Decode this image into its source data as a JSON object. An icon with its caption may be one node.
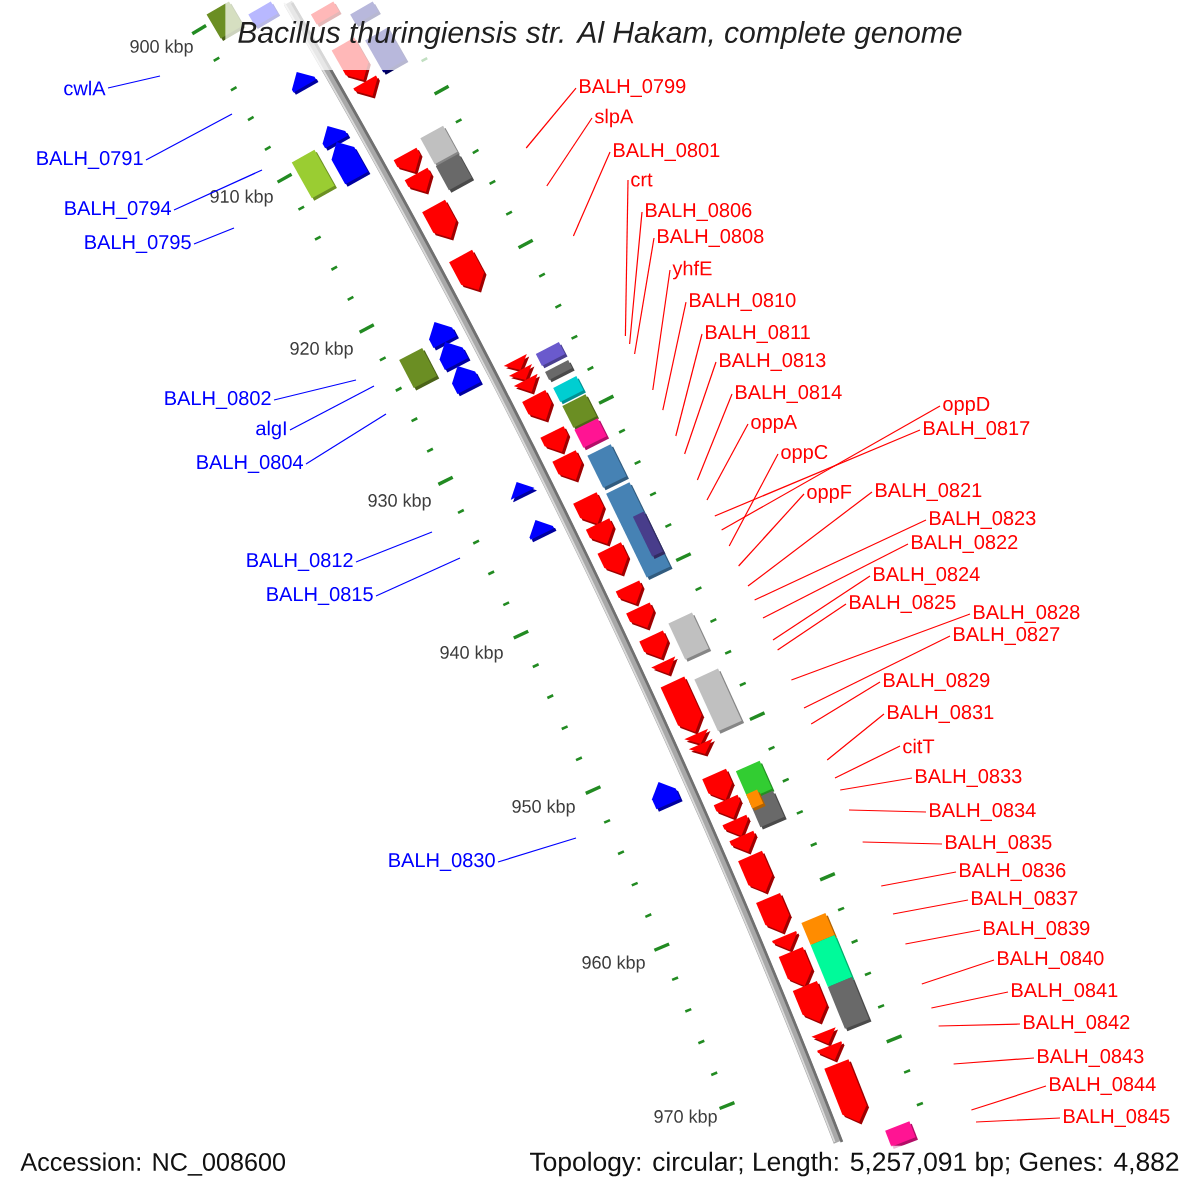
{
  "diagram": {
    "title": "Bacillus thuringiensis str. Al Hakam, complete genome",
    "nodes": [
      {
        "text": [
          "cwlA"
        ]
      },
      {
        "text": [
          "BALH_0791"
        ]
      },
      {
        "text": [
          "BALH_0794"
        ]
      },
      {
        "text": [
          "BALH_0795"
        ]
      },
      {
        "text": [
          "BALH_0802"
        ]
      },
      {
        "text": [
          "algI"
        ]
      },
      {
        "text": [
          "BALH_0804"
        ]
      },
      {
        "text": [
          "BALH_0812"
        ]
      },
      {
        "text": [
          "BALH_0815"
        ]
      },
      {
        "text": [
          "BALH_0830"
        ]
      },
      {
        "text": [
          "BALH_0799"
        ]
      },
      {
        "text": [
          "slpA"
        ]
      },
      {
        "text": [
          "BALH_0801"
        ]
      },
      {
        "text": [
          "crt"
        ]
      },
      {
        "text": [
          "BALH_0806"
        ]
      },
      {
        "text": [
          "BALH_0808"
        ]
      },
      {
        "text": [
          "yhfE"
        ]
      },
      {
        "text": [
          "BALH_0810"
        ]
      },
      {
        "text": [
          "BALH_0811"
        ]
      },
      {
        "text": [
          "BALH_0813"
        ]
      },
      {
        "text": [
          "BALH_0814"
        ]
      },
      {
        "text": [
          "oppA"
        ]
      },
      {
        "text": [
          "BALH_0817"
        ]
      },
      {
        "text": [
          "oppD"
        ]
      },
      {
        "text": [
          "oppC"
        ]
      },
      {
        "text": [
          "oppF"
        ]
      },
      {
        "text": [
          "BALH_0821"
        ]
      },
      {
        "text": [
          "BALH_0822"
        ]
      },
      {
        "text": [
          "BALH_0823"
        ]
      },
      {
        "text": [
          "BALH_0824"
        ]
      },
      {
        "text": [
          "BALH_0825"
        ]
      },
      {
        "text": [
          "BALH_0828"
        ]
      },
      {
        "text": [
          "BALH_0827"
        ]
      },
      {
        "text": [
          "BALH_0829"
        ]
      },
      {
        "text": [
          "BALH_0831"
        ]
      },
      {
        "text": [
          "citT"
        ]
      },
      {
        "text": [
          "BALH_0833"
        ]
      },
      {
        "text": [
          "BALH_0834"
        ]
      },
      {
        "text": [
          "BALH_0835"
        ]
      },
      {
        "text": [
          "BALH_0836"
        ]
      },
      {
        "text": [
          "BALH_0837"
        ]
      },
      {
        "text": [
          "BALH_0839"
        ]
      },
      {
        "text": [
          "BALH_0840"
        ]
      },
      {
        "text": [
          "BALH_0841"
        ]
      },
      {
        "text": [
          "BALH_0842"
        ]
      },
      {
        "text": [
          "BALH_0843"
        ]
      },
      {
        "text": [
          "BALH_0844"
        ]
      },
      {
        "text": [
          "BALH_0845"
        ]
      }
    ],
    "edges": [
      {
        "from": 0,
        "to": null,
        "arrow": "none",
        "color": "#0000ff"
      },
      {
        "from": 1,
        "to": null,
        "arrow": "none",
        "color": "#0000ff"
      },
      {
        "from": 2,
        "to": null,
        "arrow": "none",
        "color": "#0000ff"
      },
      {
        "from": 3,
        "to": null,
        "arrow": "none",
        "color": "#0000ff"
      },
      {
        "from": 4,
        "to": null,
        "arrow": "none",
        "color": "#0000ff"
      },
      {
        "from": 5,
        "to": null,
        "arrow": "none",
        "color": "#0000ff"
      },
      {
        "from": 6,
        "to": null,
        "arrow": "none",
        "color": "#0000ff"
      },
      {
        "from": 7,
        "to": null,
        "arrow": "none",
        "color": "#0000ff"
      },
      {
        "from": 8,
        "to": null,
        "arrow": "none",
        "color": "#0000ff"
      },
      {
        "from": 9,
        "to": null,
        "arrow": "none",
        "color": "#0000ff"
      },
      {
        "from": 10,
        "to": null,
        "arrow": "none"
      },
      {
        "from": 11,
        "to": null,
        "arrow": "none"
      },
      {
        "from": 12,
        "to": null,
        "arrow": "none"
      },
      {
        "from": 13,
        "to": null,
        "arrow": "none"
      },
      {
        "from": 14,
        "to": null,
        "arrow": "none"
      },
      {
        "from": 15,
        "to": null,
        "arrow": "none"
      },
      {
        "from": 16,
        "to": null,
        "arrow": "none"
      },
      {
        "from": 17,
        "to": null,
        "arrow": "none"
      },
      {
        "from": 18,
        "to": null,
        "arrow": "none"
      },
      {
        "from": 19,
        "to": null,
        "arrow": "none"
      },
      {
        "from": 20,
        "to": null,
        "arrow": "none"
      },
      {
        "from": 21,
        "to": null,
        "arrow": "none"
      },
      {
        "from": 22,
        "to": null,
        "arrow": "none"
      },
      {
        "from": 23,
        "to": null,
        "arrow": "none"
      },
      {
        "from": 24,
        "to": null,
        "arrow": "none"
      },
      {
        "from": 25,
        "to": null,
        "arrow": "none"
      },
      {
        "from": 26,
        "to": null,
        "arrow": "none"
      },
      {
        "from": 27,
        "to": null,
        "arrow": "none"
      },
      {
        "from": 28,
        "to": null,
        "arrow": "none"
      },
      {
        "from": 29,
        "to": null,
        "arrow": "none"
      },
      {
        "from": 30,
        "to": null,
        "arrow": "none"
      },
      {
        "from": 31,
        "to": null,
        "arrow": "none"
      },
      {
        "from": 32,
        "to": null,
        "arrow": "none"
      },
      {
        "from": 33,
        "to": null,
        "arrow": "none"
      },
      {
        "from": 34,
        "to": null,
        "arrow": "none"
      },
      {
        "from": 35,
        "to": null,
        "arrow": "none"
      },
      {
        "from": 36,
        "to": null,
        "arrow": "none"
      },
      {
        "from": 37,
        "to": null,
        "arrow": "none"
      },
      {
        "from": 38,
        "to": null,
        "arrow": "none"
      },
      {
        "from": 39,
        "to": null,
        "arrow": "none"
      },
      {
        "from": 40,
        "to": null,
        "arrow": "none"
      },
      {
        "from": 41,
        "to": null,
        "arrow": "none"
      },
      {
        "from": 42,
        "to": null,
        "arrow": "none"
      },
      {
        "from": 43,
        "to": null,
        "arrow": "none"
      },
      {
        "from": 44,
        "to": null,
        "arrow": "none"
      },
      {
        "from": 45,
        "to": null,
        "arrow": "none"
      },
      {
        "from": 46,
        "to": null,
        "arrow": "none"
      },
      {
        "from": 47,
        "to": null,
        "arrow": "none"
      }
    ],
    "labels": [
      "900 kbp",
      "910 kbp",
      "920 kbp",
      "930 kbp",
      "940 kbp",
      "950 kbp",
      "960 kbp",
      "970 kbp",
      "Accession: NC_008600",
      "Topology: circular; Length: 5,257,091 bp; Genes: 4,882"
    ]
  }
}
